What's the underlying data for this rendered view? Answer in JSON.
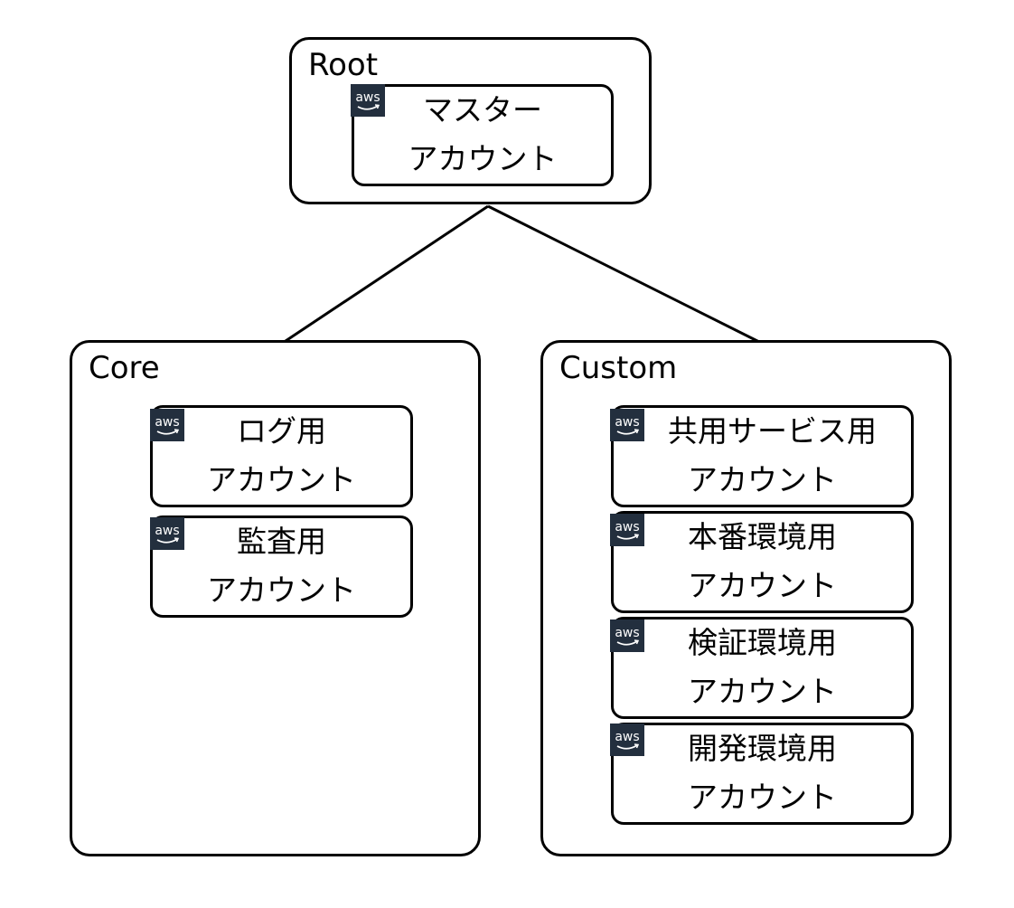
{
  "diagram": {
    "root": {
      "label": "Root",
      "accounts": [
        {
          "line1": "マスター",
          "line2": "アカウント",
          "icon": "aws-logo-icon"
        }
      ]
    },
    "core": {
      "label": "Core",
      "accounts": [
        {
          "line1": "ログ用",
          "line2": "アカウント",
          "icon": "aws-logo-icon"
        },
        {
          "line1": "監査用",
          "line2": "アカウント",
          "icon": "aws-logo-icon"
        }
      ]
    },
    "custom": {
      "label": "Custom",
      "accounts": [
        {
          "line1": "共用サービス用",
          "line2": "アカウント",
          "icon": "aws-logo-icon"
        },
        {
          "line1": "本番環境用",
          "line2": "アカウント",
          "icon": "aws-logo-icon"
        },
        {
          "line1": "検証環境用",
          "line2": "アカウント",
          "icon": "aws-logo-icon"
        },
        {
          "line1": "開発環境用",
          "line2": "アカウント",
          "icon": "aws-logo-icon"
        }
      ]
    },
    "aws_icon_text": "aws",
    "colors": {
      "line": "#000000",
      "aws_icon_background": "#232f3e",
      "aws_icon_foreground": "#ffffff"
    }
  }
}
